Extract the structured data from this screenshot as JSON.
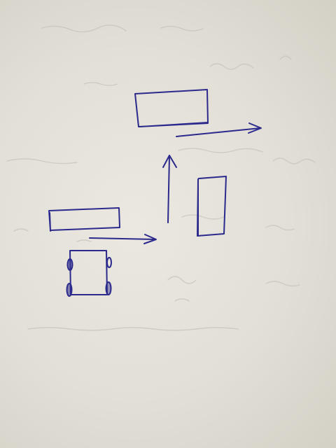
{
  "ink_color": "#2b2a8c",
  "paper_color": "#e6e3dc",
  "show_through_color": "#b9b6ad",
  "elements": [
    {
      "id": "upper-rectangle",
      "kind": "rectangle",
      "orientation": "horizontal"
    },
    {
      "id": "right-arrow-upper",
      "kind": "arrow",
      "direction": "right"
    },
    {
      "id": "up-arrow",
      "kind": "arrow",
      "direction": "up"
    },
    {
      "id": "tall-rectangle",
      "kind": "rectangle",
      "orientation": "vertical"
    },
    {
      "id": "left-rectangle",
      "kind": "rectangle",
      "orientation": "horizontal"
    },
    {
      "id": "right-arrow-lower",
      "kind": "arrow",
      "direction": "right"
    },
    {
      "id": "wheeled-cart",
      "kind": "rectangle-with-wheels",
      "wheels": 4
    }
  ]
}
